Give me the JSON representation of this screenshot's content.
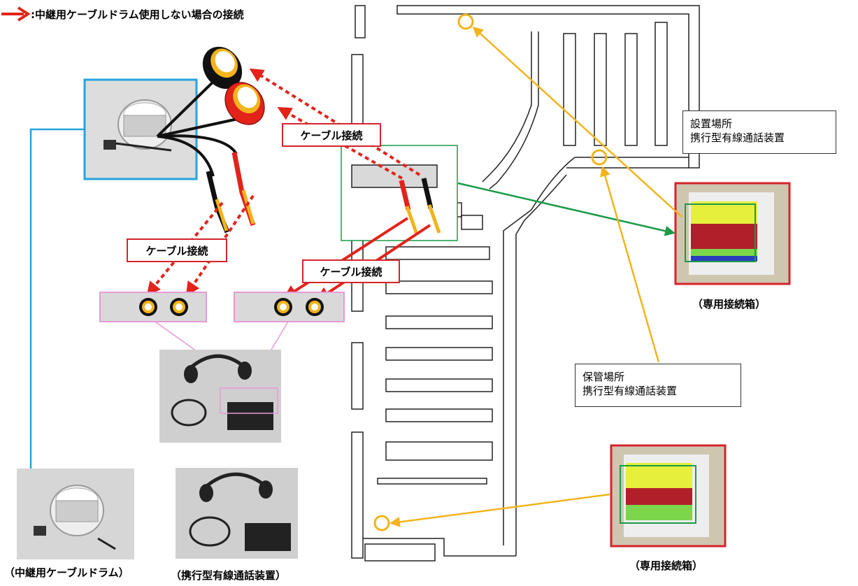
{
  "legend": {
    "arrow_color": "#e2231a",
    "text": ":中継用ケーブルドラム使用しない場合の接続"
  },
  "cable_labels": [
    "ケーブル接続",
    "ケーブル接続",
    "ケーブル接続"
  ],
  "notes": {
    "installation": {
      "line1": "設置場所",
      "line2": "携行型有線通話装置"
    },
    "storage": {
      "line1": "保管場所",
      "line2": "携行型有線通話装置"
    }
  },
  "captions": {
    "box_upper": "（専用接続箱）",
    "box_lower": "（専用接続箱）",
    "cable_drum": "（中継用ケーブルドラム）",
    "portable_device": "（携行型有線通話装置）"
  },
  "colors": {
    "red": "#e2231a",
    "yellow": "#f2b41c",
    "green": "#1a9b48",
    "blue": "#27a3dc",
    "pink": "#e69ad8",
    "gray": "#d9d9d9"
  },
  "icons": [
    "right-arrow-icon",
    "connector-plug-icon",
    "jack-icon",
    "location-circle-icon"
  ]
}
